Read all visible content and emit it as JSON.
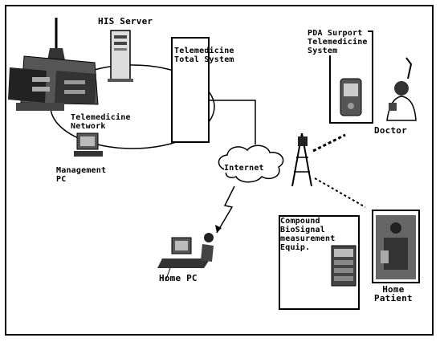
{
  "labels": {
    "his_server": "HIS Server",
    "telemedicine_total_system": "Telemedicine\nTotal System",
    "telemedicine_network": "Telemedicine\nNetwork",
    "management_pc": "Management\nPC",
    "internet": "Internet",
    "pda_support": "PDA Surport\nTelemedicine\nSystem",
    "doctor": "Doctor",
    "compound_equip": "Compound\nBioSignal\nmeasurement\nEquip.",
    "home_pc": "Home PC",
    "home_patient": "Home\nPatient"
  }
}
